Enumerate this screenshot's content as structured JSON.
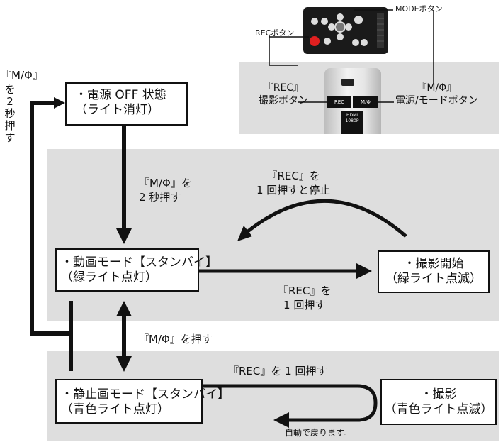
{
  "photo_labels": {
    "mode_button": "MODEボタン",
    "rec_button": "RECボタン",
    "rec_rec": "『REC』",
    "rec_desc": "撮影ボタン",
    "m_mode": "『M/Φ』",
    "m_desc": "電源/モードボタン",
    "device_rec": "REC",
    "device_m": "M/Φ",
    "device_hdmi": "HDMI",
    "device_1080p": "1080P"
  },
  "side": {
    "top": "『M/Φ』",
    "chars": [
      "を",
      "2",
      "秒",
      "押",
      "す"
    ]
  },
  "states": {
    "power_off": {
      "line1": "・電源 OFF 状態",
      "line2": "（ライト消灯）"
    },
    "video_standby": {
      "line1": "・動画モード【スタンバイ】",
      "line2": "（緑ライト点灯）"
    },
    "recording": {
      "line1": "・撮影開始",
      "line2": "（緑ライト点滅）"
    },
    "still_standby": {
      "line1": "・静止画モード【スタンバイ】",
      "line2": "（青色ライト点灯）"
    },
    "shooting": {
      "line1": "・撮影",
      "line2": "（青色ライト点滅）"
    }
  },
  "transitions": {
    "off_to_video": {
      "line1": "『M/Φ』を",
      "line2": "2 秒押す"
    },
    "rec_stop": {
      "line1": "『REC』を",
      "line2": "1 回押すと停止"
    },
    "rec_start": {
      "line1": "『REC』を",
      "line2": "1 回押す"
    },
    "mode_toggle": "『M/Φ』を押す",
    "still_rec": "『REC』を 1 回押す",
    "auto_return": "自動で戻ります。"
  }
}
